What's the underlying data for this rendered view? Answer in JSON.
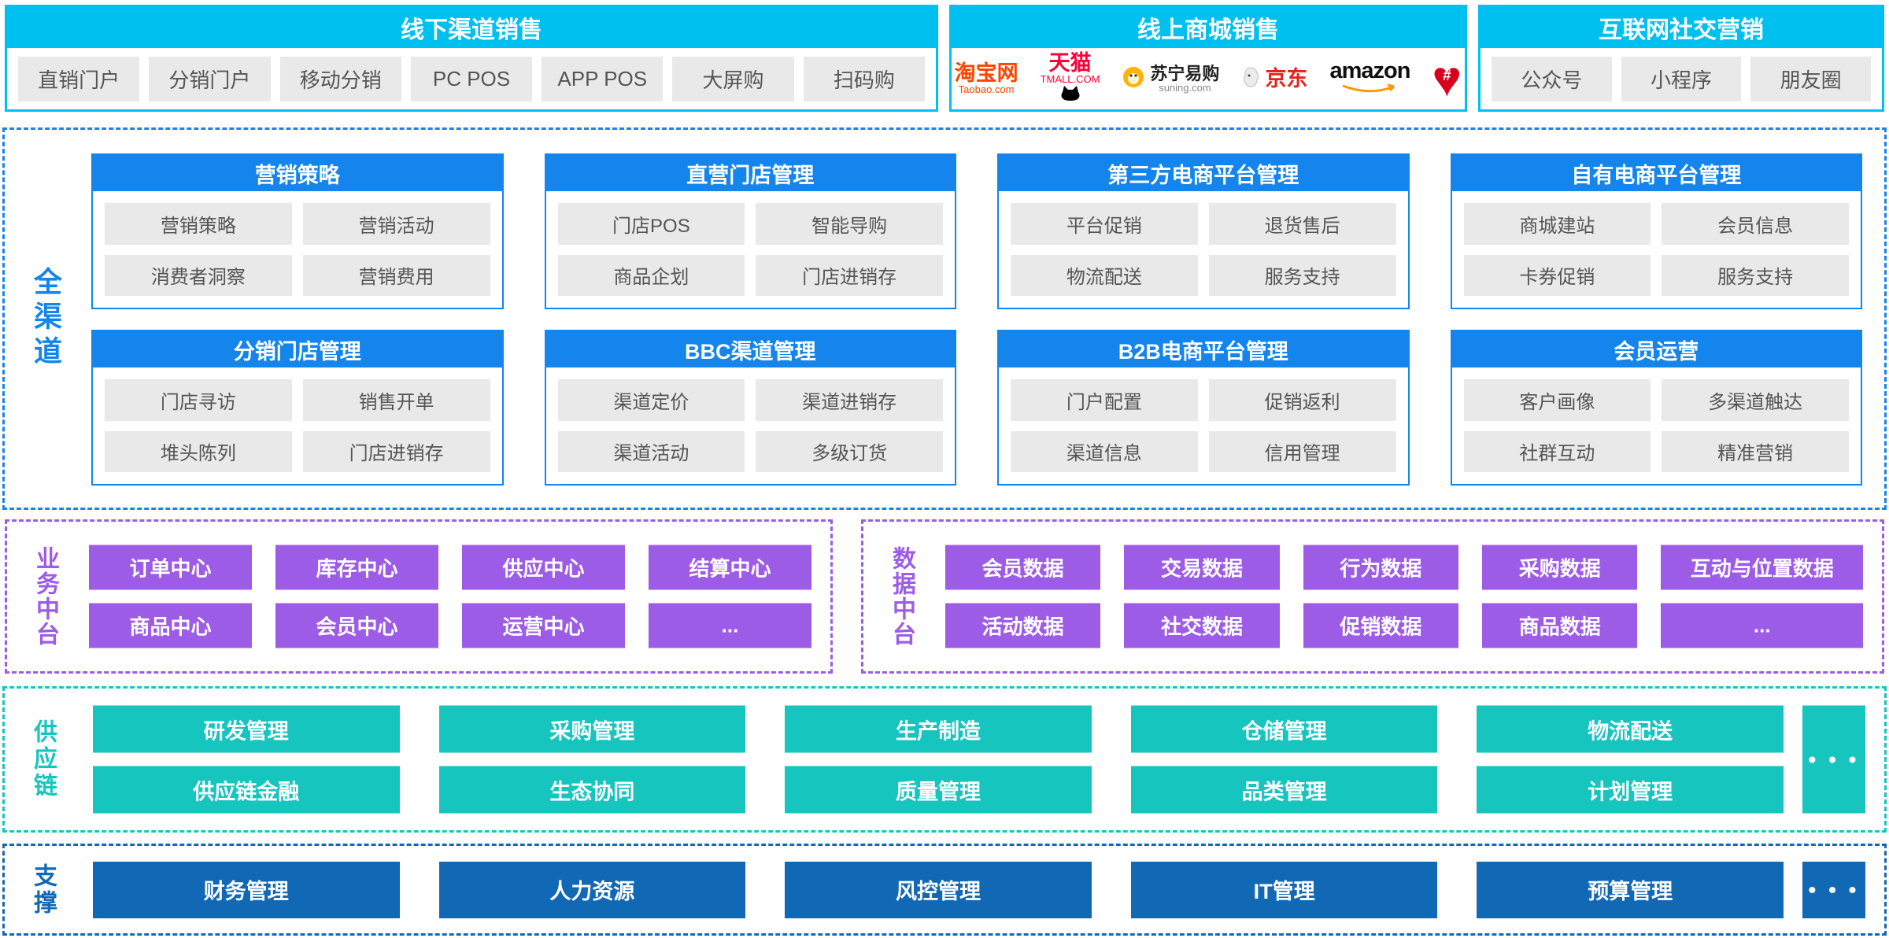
{
  "colors": {
    "cyan": "#00C0F0",
    "blue": "#1385EC",
    "purple": "#9D5CE6",
    "teal": "#17C5BF",
    "navy": "#1168B5",
    "item_gray": "#E9E9E9",
    "item_text": "#555555",
    "taobao_orange": "#FF4400",
    "tmall_red": "#FF0036",
    "jd_red": "#E1251B",
    "amazon_orange": "#FF9900",
    "heart_red": "#D9001B"
  },
  "top": {
    "offline": {
      "title": "线下渠道销售",
      "items": [
        "直销门户",
        "分销门户",
        "移动分销",
        "PC POS",
        "APP POS",
        "大屏购",
        "扫码购"
      ]
    },
    "online": {
      "title": "线上商城销售",
      "logos": {
        "taobao": {
          "name": "淘宝网",
          "sub": "Taobao.com"
        },
        "tmall": {
          "name": "天猫",
          "sub": "TMALL.COM"
        },
        "suning": {
          "name": "苏宁易购",
          "sub": "suning.com"
        },
        "jd": {
          "name": "京东"
        },
        "amazon": {
          "name": "amazon"
        },
        "heart": {
          "symbol": "♥",
          "center": "#"
        }
      }
    },
    "social": {
      "title": "互联网社交营销",
      "items": [
        "公众号",
        "小程序",
        "朋友圈"
      ]
    }
  },
  "omni": {
    "label": "全渠道",
    "groups": [
      {
        "title": "营销策略",
        "items": [
          "营销策略",
          "营销活动",
          "消费者洞察",
          "营销费用"
        ]
      },
      {
        "title": "直营门店管理",
        "items": [
          "门店POS",
          "智能导购",
          "商品企划",
          "门店进销存"
        ]
      },
      {
        "title": "第三方电商平台管理",
        "items": [
          "平台促销",
          "退货售后",
          "物流配送",
          "服务支持"
        ]
      },
      {
        "title": "自有电商平台管理",
        "items": [
          "商城建站",
          "会员信息",
          "卡券促销",
          "服务支持"
        ]
      },
      {
        "title": "分销门店管理",
        "items": [
          "门店寻访",
          "销售开单",
          "堆头陈列",
          "门店进销存"
        ]
      },
      {
        "title": "BBC渠道管理",
        "items": [
          "渠道定价",
          "渠道进销存",
          "渠道活动",
          "多级订货"
        ]
      },
      {
        "title": "B2B电商平台管理",
        "items": [
          "门户配置",
          "促销返利",
          "渠道信息",
          "信用管理"
        ]
      },
      {
        "title": "会员运营",
        "items": [
          "客户画像",
          "多渠道触达",
          "社群互动",
          "精准营销"
        ]
      }
    ]
  },
  "business": {
    "label": "业务中台",
    "items": [
      "订单中心",
      "库存中心",
      "供应中心",
      "结算中心",
      "商品中心",
      "会员中心",
      "运营中心",
      "..."
    ]
  },
  "data_platform": {
    "label": "数据中台",
    "items": [
      "会员数据",
      "交易数据",
      "行为数据",
      "采购数据",
      "互动与位置数据",
      "活动数据",
      "社交数据",
      "促销数据",
      "商品数据",
      "..."
    ]
  },
  "supply": {
    "label": "供应链",
    "row1": [
      "研发管理",
      "采购管理",
      "生产制造",
      "仓储管理",
      "物流配送"
    ],
    "row2": [
      "供应链金融",
      "生态协同",
      "质量管理",
      "品类管理",
      "计划管理"
    ],
    "more": "• • •"
  },
  "support": {
    "label": "支撑",
    "items": [
      "财务管理",
      "人力资源",
      "风控管理",
      "IT管理",
      "预算管理"
    ],
    "more": "• • •"
  }
}
